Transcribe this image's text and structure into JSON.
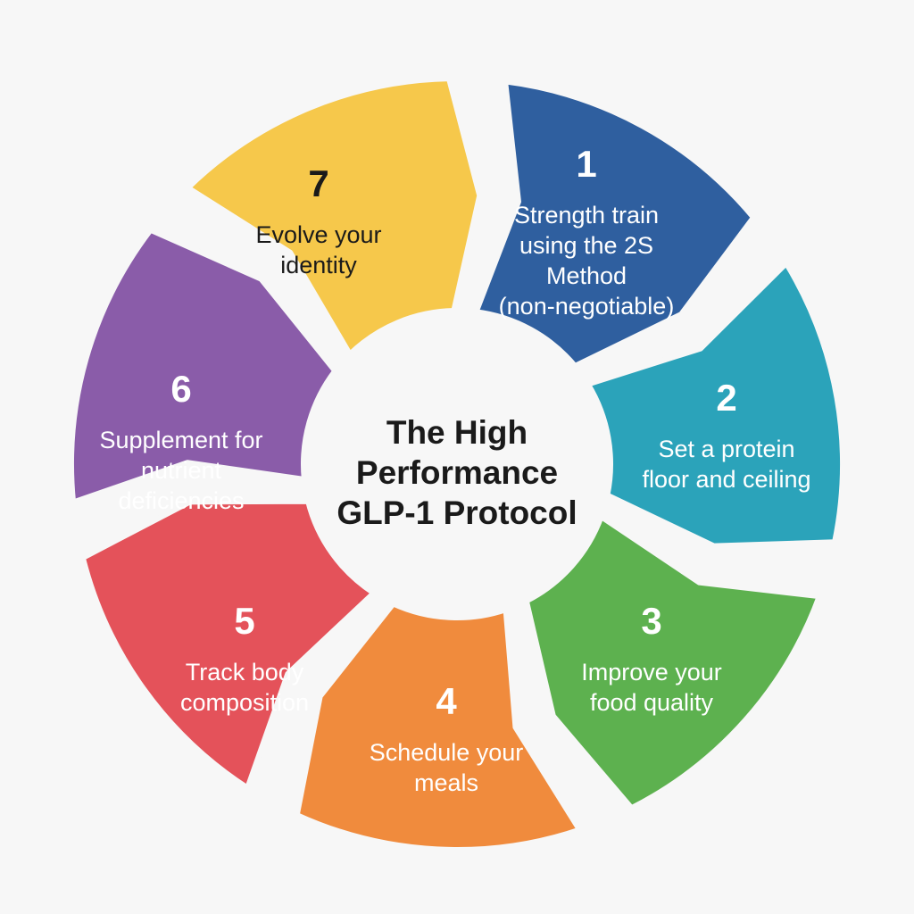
{
  "title_lines": [
    "The High",
    "Performance",
    "GLP-1 Protocol"
  ],
  "steps": [
    {
      "number": "1",
      "lines": [
        "Strength train",
        "using the 2S",
        "Method",
        "(non-negotiable)"
      ],
      "color": "#2f5f9f"
    },
    {
      "number": "2",
      "lines": [
        "Set a protein",
        "floor and ceiling"
      ],
      "color": "#2ba3ba"
    },
    {
      "number": "3",
      "lines": [
        "Improve your",
        "food quality"
      ],
      "color": "#5db14f"
    },
    {
      "number": "4",
      "lines": [
        "Schedule your",
        "meals"
      ],
      "color": "#f08b3d"
    },
    {
      "number": "5",
      "lines": [
        "Track body",
        "composition"
      ],
      "color": "#e4525a"
    },
    {
      "number": "6",
      "lines": [
        "Supplement for",
        "nutrient",
        "deficiencies"
      ],
      "color": "#8a5ca9"
    },
    {
      "number": "7",
      "lines": [
        "Evolve your",
        "identity"
      ],
      "color": "#f6c84b"
    }
  ]
}
